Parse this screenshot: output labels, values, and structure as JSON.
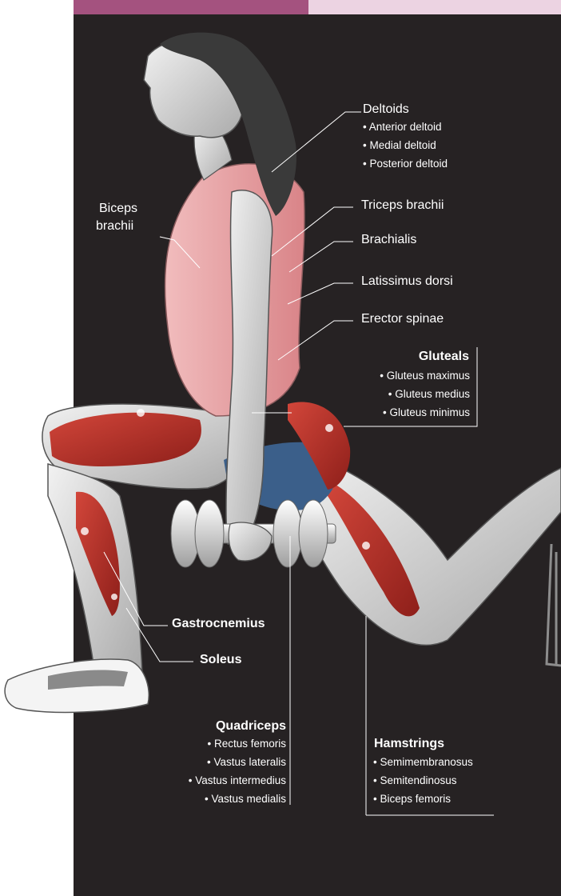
{
  "labels": {
    "deltoids": {
      "title": "Deltoids",
      "items": [
        "• Anterior deltoid",
        "• Medial deltoid",
        "• Posterior deltoid"
      ]
    },
    "triceps": "Triceps brachii",
    "brachialis": "Brachialis",
    "latissimus": "Latissimus dorsi",
    "erector": "Erector spinae",
    "biceps_line1": "Biceps",
    "biceps_line2": "brachii",
    "gluteals": {
      "title": "Gluteals",
      "items": [
        "• Gluteus maximus",
        "• Gluteus medius",
        "• Gluteus minimus"
      ]
    },
    "gastrocnemius": "Gastrocnemius",
    "soleus": "Soleus",
    "quadriceps": {
      "title": "Quadriceps",
      "items": [
        "• Rectus femoris",
        "• Vastus lateralis",
        "• Vastus intermedius",
        "• Vastus medialis"
      ]
    },
    "hamstrings": {
      "title": "Hamstrings",
      "items": [
        "• Semimembranosus",
        "• Semitendinosus",
        "• Biceps femoris"
      ]
    }
  },
  "colors": {
    "background": "#262223",
    "header_left": "#a4527f",
    "header_right": "#ecd3e2",
    "muscle_highlight": "#b8312a",
    "tank_top": "#e9a3a6",
    "shorts": "#3b5f8a",
    "skin": "#d8d8d8",
    "label_text": "#ffffff"
  }
}
